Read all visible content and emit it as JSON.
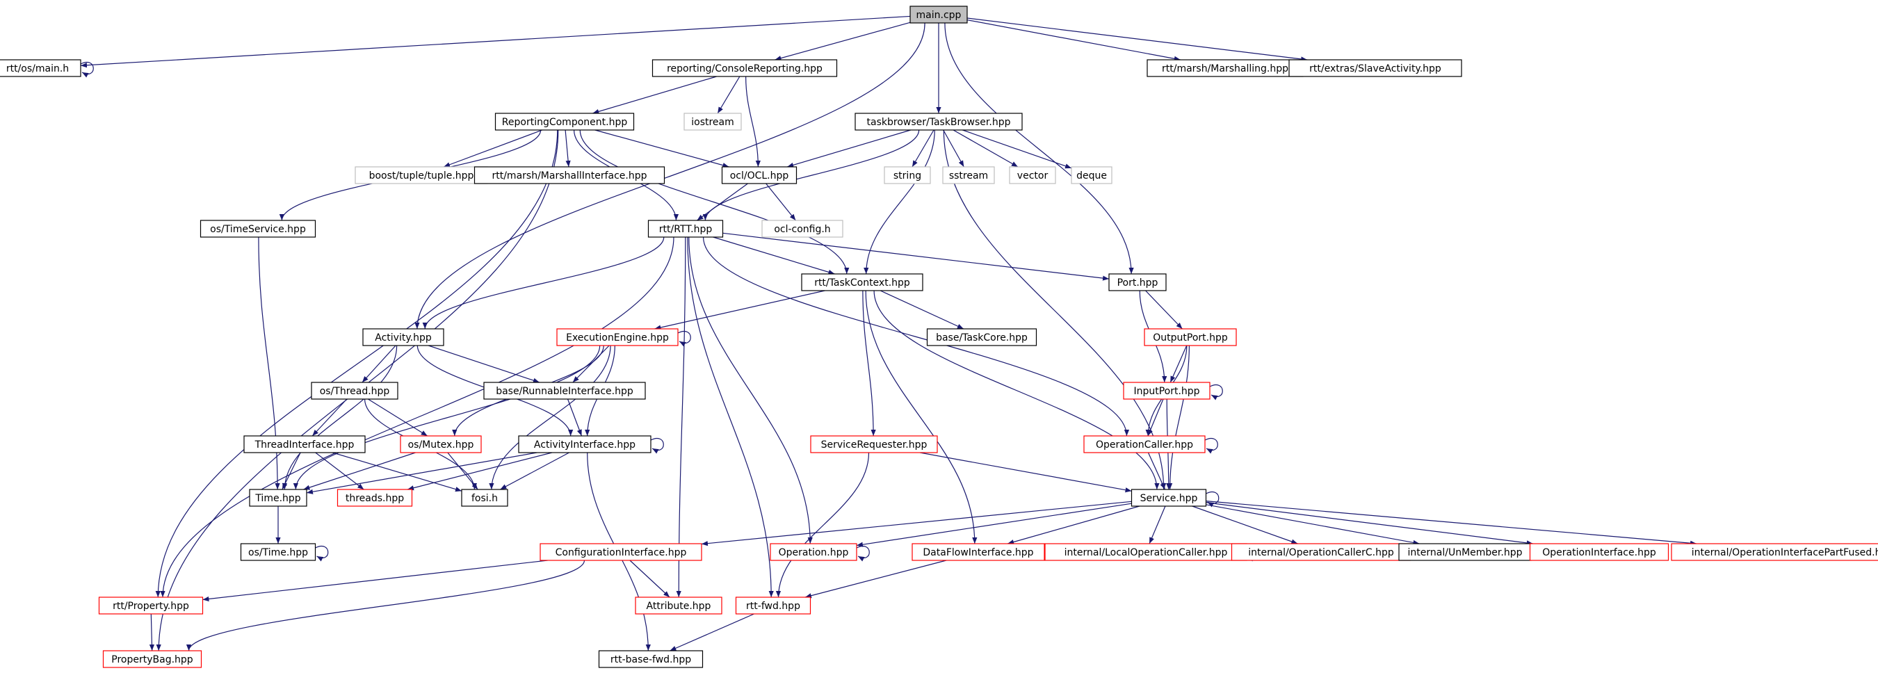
{
  "graph": {
    "nodes": [
      {
        "id": "main",
        "label": "main.cpp",
        "style": "root"
      },
      {
        "id": "rttosmain",
        "label": "rtt/os/main.h",
        "style": "normal"
      },
      {
        "id": "console",
        "label": "reporting/ConsoleReporting.hpp",
        "style": "normal"
      },
      {
        "id": "taskbrowser",
        "label": "taskbrowser/TaskBrowser.hpp",
        "style": "normal"
      },
      {
        "id": "marshalling",
        "label": "rtt/marsh/Marshalling.hpp",
        "style": "normal"
      },
      {
        "id": "slave",
        "label": "rtt/extras/SlaveActivity.hpp",
        "style": "normal"
      },
      {
        "id": "reporting",
        "label": "ReportingComponent.hpp",
        "style": "normal"
      },
      {
        "id": "iostream",
        "label": "iostream",
        "style": "external"
      },
      {
        "id": "boosttuple",
        "label": "boost/tuple/tuple.hpp",
        "style": "external"
      },
      {
        "id": "marshint",
        "label": "rtt/marsh/MarshallInterface.hpp",
        "style": "normal"
      },
      {
        "id": "ocl",
        "label": "ocl/OCL.hpp",
        "style": "normal"
      },
      {
        "id": "string",
        "label": "string",
        "style": "external"
      },
      {
        "id": "sstream",
        "label": "sstream",
        "style": "external"
      },
      {
        "id": "vector",
        "label": "vector",
        "style": "external"
      },
      {
        "id": "deque",
        "label": "deque",
        "style": "external"
      },
      {
        "id": "timeservice",
        "label": "os/TimeService.hpp",
        "style": "normal"
      },
      {
        "id": "rtt",
        "label": "rtt/RTT.hpp",
        "style": "normal"
      },
      {
        "id": "oclconfig",
        "label": "ocl-config.h",
        "style": "external"
      },
      {
        "id": "taskcontext",
        "label": "rtt/TaskContext.hpp",
        "style": "normal"
      },
      {
        "id": "port",
        "label": "Port.hpp",
        "style": "normal"
      },
      {
        "id": "activity",
        "label": "Activity.hpp",
        "style": "normal"
      },
      {
        "id": "execengine",
        "label": "ExecutionEngine.hpp",
        "style": "truncated"
      },
      {
        "id": "taskcore",
        "label": "base/TaskCore.hpp",
        "style": "normal"
      },
      {
        "id": "outputport",
        "label": "OutputPort.hpp",
        "style": "truncated"
      },
      {
        "id": "osthread",
        "label": "os/Thread.hpp",
        "style": "normal"
      },
      {
        "id": "runnable",
        "label": "base/RunnableInterface.hpp",
        "style": "normal"
      },
      {
        "id": "inputport",
        "label": "InputPort.hpp",
        "style": "truncated"
      },
      {
        "id": "threadint",
        "label": "ThreadInterface.hpp",
        "style": "normal"
      },
      {
        "id": "osmutex",
        "label": "os/Mutex.hpp",
        "style": "truncated"
      },
      {
        "id": "actint",
        "label": "ActivityInterface.hpp",
        "style": "normal"
      },
      {
        "id": "servicereq",
        "label": "ServiceRequester.hpp",
        "style": "truncated"
      },
      {
        "id": "opcaller",
        "label": "OperationCaller.hpp",
        "style": "truncated"
      },
      {
        "id": "time",
        "label": "Time.hpp",
        "style": "normal"
      },
      {
        "id": "threads",
        "label": "threads.hpp",
        "style": "truncated"
      },
      {
        "id": "fosi",
        "label": "fosi.h",
        "style": "normal"
      },
      {
        "id": "service",
        "label": "Service.hpp",
        "style": "normal"
      },
      {
        "id": "ostime",
        "label": "os/Time.hpp",
        "style": "normal"
      },
      {
        "id": "configint",
        "label": "ConfigurationInterface.hpp",
        "style": "truncated"
      },
      {
        "id": "operation",
        "label": "Operation.hpp",
        "style": "truncated"
      },
      {
        "id": "dataflow",
        "label": "DataFlowInterface.hpp",
        "style": "truncated"
      },
      {
        "id": "localopcaller",
        "label": "internal/LocalOperationCaller.hpp",
        "style": "truncated"
      },
      {
        "id": "opcallerc",
        "label": "internal/OperationCallerC.hpp",
        "style": "truncated"
      },
      {
        "id": "unmember",
        "label": "internal/UnMember.hpp",
        "style": "normal"
      },
      {
        "id": "opint",
        "label": "OperationInterface.hpp",
        "style": "truncated"
      },
      {
        "id": "opintfused",
        "label": "internal/OperationInterfacePartFused.hpp",
        "style": "truncated"
      },
      {
        "id": "property",
        "label": "rtt/Property.hpp",
        "style": "truncated"
      },
      {
        "id": "attribute",
        "label": "Attribute.hpp",
        "style": "truncated"
      },
      {
        "id": "rttfwd",
        "label": "rtt-fwd.hpp",
        "style": "truncated"
      },
      {
        "id": "propertybag",
        "label": "PropertyBag.hpp",
        "style": "truncated"
      },
      {
        "id": "rttbasefwd",
        "label": "rtt-base-fwd.hpp",
        "style": "normal"
      }
    ],
    "edges": [
      [
        "main",
        "rttosmain"
      ],
      [
        "main",
        "console"
      ],
      [
        "main",
        "taskbrowser"
      ],
      [
        "main",
        "marshalling"
      ],
      [
        "main",
        "slave"
      ],
      [
        "main",
        "activity"
      ],
      [
        "main",
        "port"
      ],
      [
        "rttosmain",
        "rttosmain"
      ],
      [
        "console",
        "reporting"
      ],
      [
        "console",
        "iostream"
      ],
      [
        "console",
        "ocl"
      ],
      [
        "reporting",
        "boosttuple"
      ],
      [
        "reporting",
        "marshint"
      ],
      [
        "reporting",
        "ocl"
      ],
      [
        "reporting",
        "rtt"
      ],
      [
        "reporting",
        "taskcontext"
      ],
      [
        "reporting",
        "timeservice"
      ],
      [
        "reporting",
        "property"
      ],
      [
        "reporting",
        "propertybag"
      ],
      [
        "taskbrowser",
        "ocl"
      ],
      [
        "taskbrowser",
        "string"
      ],
      [
        "taskbrowser",
        "sstream"
      ],
      [
        "taskbrowser",
        "vector"
      ],
      [
        "taskbrowser",
        "deque"
      ],
      [
        "taskbrowser",
        "rtt"
      ],
      [
        "taskbrowser",
        "taskcontext"
      ],
      [
        "taskbrowser",
        "service"
      ],
      [
        "ocl",
        "rtt"
      ],
      [
        "ocl",
        "oclconfig"
      ],
      [
        "timeservice",
        "time"
      ],
      [
        "rtt",
        "taskcontext"
      ],
      [
        "rtt",
        "port"
      ],
      [
        "rtt",
        "activity"
      ],
      [
        "rtt",
        "property"
      ],
      [
        "rtt",
        "attribute"
      ],
      [
        "rtt",
        "operation"
      ],
      [
        "rtt",
        "rttfwd"
      ],
      [
        "rtt",
        "opcaller"
      ],
      [
        "taskcontext",
        "execengine"
      ],
      [
        "taskcontext",
        "taskcore"
      ],
      [
        "taskcontext",
        "servicereq"
      ],
      [
        "taskcontext",
        "dataflow"
      ],
      [
        "taskcontext",
        "service"
      ],
      [
        "port",
        "outputport"
      ],
      [
        "port",
        "inputport"
      ],
      [
        "outputport",
        "inputport"
      ],
      [
        "outputport",
        "opcaller"
      ],
      [
        "outputport",
        "service"
      ],
      [
        "inputport",
        "inputport"
      ],
      [
        "inputport",
        "opcaller"
      ],
      [
        "inputport",
        "service"
      ],
      [
        "activity",
        "osthread"
      ],
      [
        "activity",
        "runnable"
      ],
      [
        "activity",
        "actint"
      ],
      [
        "activity",
        "time"
      ],
      [
        "execengine",
        "execengine"
      ],
      [
        "execengine",
        "runnable"
      ],
      [
        "execengine",
        "actint"
      ],
      [
        "execengine",
        "osmutex"
      ],
      [
        "execengine",
        "time"
      ],
      [
        "execengine",
        "fosi"
      ],
      [
        "osthread",
        "threadint"
      ],
      [
        "osthread",
        "osmutex"
      ],
      [
        "osthread",
        "fosi"
      ],
      [
        "runnable",
        "actint"
      ],
      [
        "threadint",
        "time"
      ],
      [
        "threadint",
        "threads"
      ],
      [
        "threadint",
        "fosi"
      ],
      [
        "osmutex",
        "time"
      ],
      [
        "osmutex",
        "fosi"
      ],
      [
        "actint",
        "actint"
      ],
      [
        "actint",
        "time"
      ],
      [
        "actint",
        "threads"
      ],
      [
        "actint",
        "fosi"
      ],
      [
        "actint",
        "rttbasefwd"
      ],
      [
        "servicereq",
        "service"
      ],
      [
        "servicereq",
        "rttfwd"
      ],
      [
        "opcaller",
        "opcaller"
      ],
      [
        "opcaller",
        "service"
      ],
      [
        "time",
        "ostime"
      ],
      [
        "ostime",
        "ostime"
      ],
      [
        "service",
        "service"
      ],
      [
        "service",
        "configint"
      ],
      [
        "service",
        "operation"
      ],
      [
        "service",
        "dataflow"
      ],
      [
        "service",
        "localopcaller"
      ],
      [
        "service",
        "opcallerc"
      ],
      [
        "service",
        "unmember"
      ],
      [
        "service",
        "opint"
      ],
      [
        "service",
        "opintfused"
      ],
      [
        "operation",
        "operation"
      ],
      [
        "localopcaller",
        "localopcaller"
      ],
      [
        "configint",
        "property"
      ],
      [
        "configint",
        "attribute"
      ],
      [
        "configint",
        "propertybag"
      ],
      [
        "dataflow",
        "rttfwd"
      ],
      [
        "property",
        "propertybag"
      ],
      [
        "rttfwd",
        "rttbasefwd"
      ]
    ]
  }
}
